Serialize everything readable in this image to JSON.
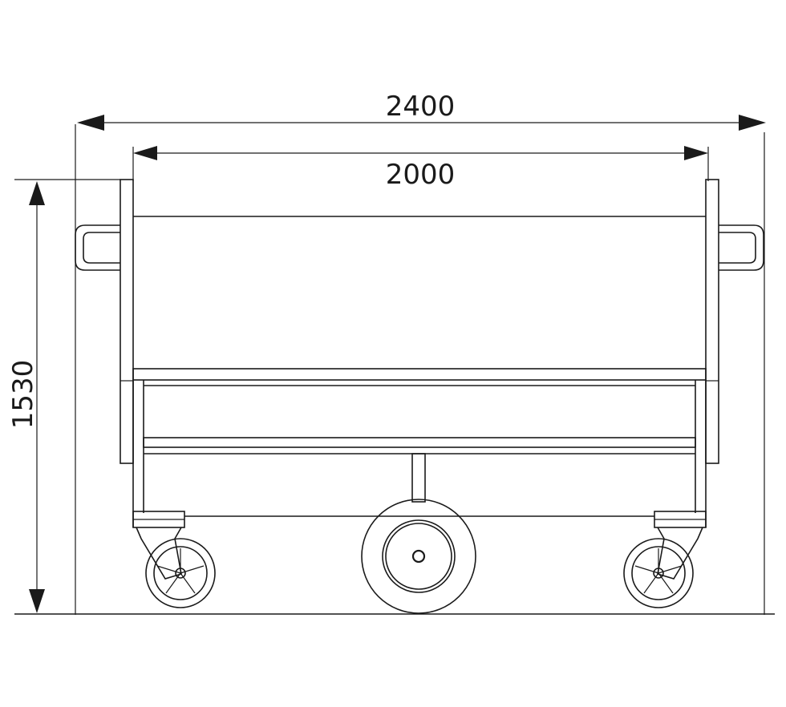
{
  "dimensions": {
    "overall_width": "2400",
    "cart_width": "2000",
    "overall_height": "1530"
  },
  "colors": {
    "line": "#1a1a1a",
    "background": "#ffffff"
  }
}
